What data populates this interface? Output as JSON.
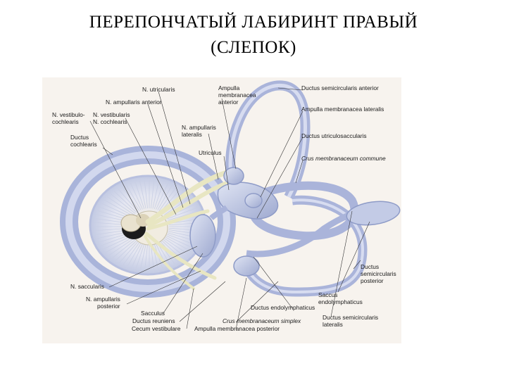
{
  "slide": {
    "title_line1": "ПЕРЕПОНЧАТЫЙ ЛАБИРИНТ ПРАВЫЙ",
    "title_line2": "(СЛЕПОК)"
  },
  "figure": {
    "colors": {
      "membrane": "#c4cde6",
      "membrane_dark": "#8e9bc7",
      "nerve": "#ecebc9",
      "background": "#f7f3ee"
    },
    "labels": {
      "n_utricularis": "N. utricularis",
      "n_ampullaris_anterior": "N. ampullaris anterior",
      "n_vestibulo_cochlearis_1": "N. vestibulo-",
      "n_vestibulo_cochlearis_2": "cochlearis",
      "n_vestibularis": "N. vestibularis",
      "n_cochlearis": "N. cochlearis",
      "ductus_cochlearis_1": "Ductus",
      "ductus_cochlearis_2": "cochlearis",
      "ampulla_anterior_1": "Ampulla",
      "ampulla_anterior_2": "membranacea",
      "ampulla_anterior_3": "anterior",
      "n_ampullaris_lateralis_1": "N. ampullaris",
      "n_ampullaris_lateralis_2": "lateralis",
      "utriculus": "Utriculus",
      "ductus_semicircularis_anterior": "Ductus semicircularis anterior",
      "ampulla_lateralis": "Ampulla membranacea lateralis",
      "ductus_utriculosaccularis": "Ductus utriculosaccularis",
      "crus_commune": "Crus membranaceum commune",
      "n_saccularis": "N. saccularis",
      "n_ampullaris_posterior_1": "N. ampullaris",
      "n_ampullaris_posterior_2": "posterior",
      "sacculus": "Sacculus",
      "ductus_reuniens": "Ductus reuniens",
      "cecum_vestibulare": "Cecum vestibulare",
      "crus_simplex": "Crus membranaceum simplex",
      "ampulla_posterior": "Ampulla membranacea posterior",
      "ductus_endolymphaticus": "Ductus endolymphaticus",
      "ductus_semicircularis_posterior_1": "Ductus",
      "ductus_semicircularis_posterior_2": "semicircularis",
      "ductus_semicircularis_posterior_3": "posterior",
      "saccus_endolymphaticus_1": "Saccus",
      "saccus_endolymphaticus_2": "endolymphaticus",
      "ductus_semicircularis_lateralis_1": "Ductus semicircularis",
      "ductus_semicircularis_lateralis_2": "lateralis"
    }
  }
}
